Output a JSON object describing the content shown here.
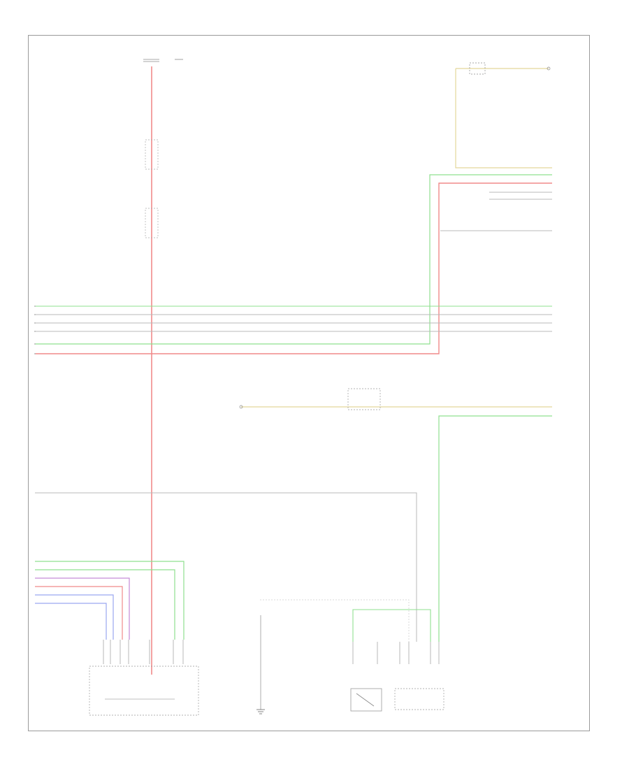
{
  "diagram": {
    "sheet_id": "",
    "footer_code": "",
    "components": [
      {
        "id": "upper_fuse_top",
        "text": ""
      },
      {
        "id": "fuse_mid1",
        "text": ""
      },
      {
        "id": "fuse_mid2",
        "text": ""
      },
      {
        "id": "top_right_component",
        "text": ""
      },
      {
        "id": "mid_switch",
        "text": ""
      },
      {
        "id": "right_connector_block",
        "text": ""
      },
      {
        "id": "bottom_left_switch",
        "text": ""
      },
      {
        "id": "bottom_mid_ground",
        "text": ""
      },
      {
        "id": "bottom_relay",
        "text": ""
      },
      {
        "id": "bottom_right_module",
        "text": ""
      }
    ]
  },
  "colors": {
    "wire_red": "#f08a8a",
    "wire_green": "#8fe08f",
    "wire_gray": "#b8b8b8",
    "wire_yellow": "#e3d79a",
    "wire_blue": "#9aa6f0",
    "wire_purple": "#c58ad6",
    "frame": "#9a9a9a"
  }
}
